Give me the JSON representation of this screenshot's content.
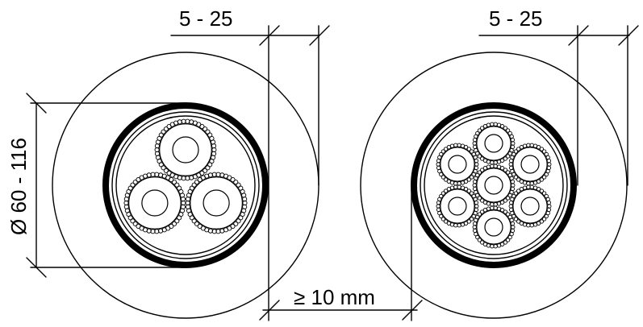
{
  "labels": {
    "top_left_dimension": "5 - 25",
    "top_right_dimension": "5 - 25",
    "diameter_dimension": "Ø 60 - 116",
    "bottom_spacing": "≥ 10 mm"
  },
  "colors": {
    "line": "#000000",
    "background": "#ffffff"
  },
  "cables": [
    {
      "name": "three-core-cable",
      "cores": 3
    },
    {
      "name": "seven-core-cable",
      "cores": 7
    }
  ]
}
